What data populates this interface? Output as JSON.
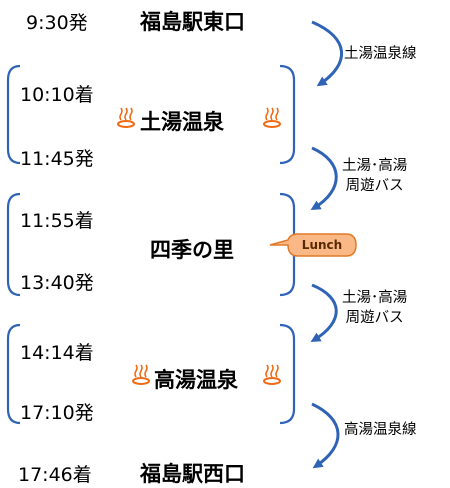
{
  "stops": [
    {
      "time": "9:30発",
      "place": "福島駅東口"
    },
    {
      "arrive": "10:10着",
      "depart": "11:45発",
      "place": "土湯温泉",
      "onsen": true
    },
    {
      "arrive": "11:55着",
      "depart": "13:40発",
      "place": "四季の里",
      "callout": "Lunch"
    },
    {
      "arrive": "14:14着",
      "depart": "17:10発",
      "place": "高湯温泉",
      "onsen": true
    },
    {
      "time": "17:46着",
      "place": "福島駅西口"
    }
  ],
  "routes": [
    {
      "label": "土湯温泉線"
    },
    {
      "label_line1": "土湯･高湯",
      "label_line2": "周遊バス"
    },
    {
      "label_line1": "土湯･高湯",
      "label_line2": "周遊バス"
    },
    {
      "label": "高湯温泉線"
    }
  ],
  "onsen_icon": "hot-spring-icon",
  "colors": {
    "bracket": "#2f63b5",
    "arrow": "#2f63b5",
    "onsen_icon": "#f06a14",
    "callout_fill": "#f9b886",
    "callout_stroke": "#e07a2a"
  }
}
